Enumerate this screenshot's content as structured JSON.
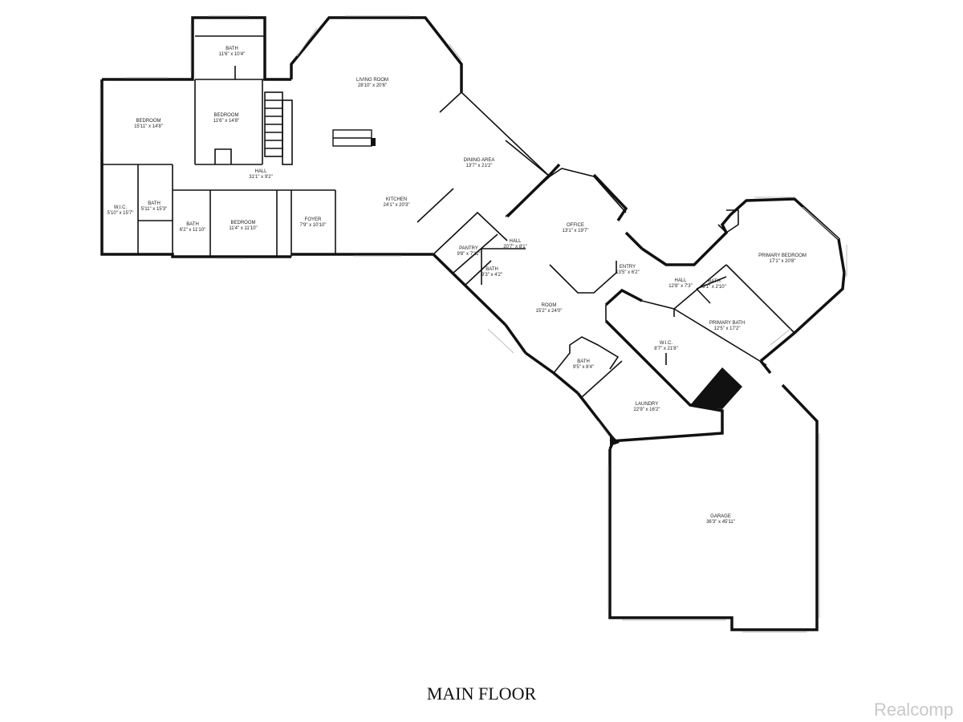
{
  "rooms": [
    {
      "id": "bath-top",
      "name": "BATH",
      "dims": "11'6\" x 10'4\""
    },
    {
      "id": "living-room",
      "name": "LIVING ROOM",
      "dims": "28'10\" x 20'6\""
    },
    {
      "id": "bedroom-left",
      "name": "BEDROOM",
      "dims": "15'11\" x 14'8\""
    },
    {
      "id": "bedroom-mid",
      "name": "BEDROOM",
      "dims": "11'6\" x 14'8\""
    },
    {
      "id": "hall-main",
      "name": "HALL",
      "dims": "31'1\" x 9'2\""
    },
    {
      "id": "dining-area",
      "name": "DINING AREA",
      "dims": "13'7\" x 21'2\""
    },
    {
      "id": "kitchen",
      "name": "KITCHEN",
      "dims": "24'1\" x 20'3\""
    },
    {
      "id": "wic-left",
      "name": "W.I.C.",
      "dims": "5'10\" x 15'7\""
    },
    {
      "id": "bath-left",
      "name": "BATH",
      "dims": "5'11\" x 15'3\""
    },
    {
      "id": "bath-small",
      "name": "BATH",
      "dims": "6'2\" x 11'10\""
    },
    {
      "id": "bedroom-lower",
      "name": "BEDROOM",
      "dims": "11'4\" x 11'10\""
    },
    {
      "id": "foyer",
      "name": "FOYER",
      "dims": "7'9\" x 10'10\""
    },
    {
      "id": "office",
      "name": "OFFICE",
      "dims": "13'1\" x 19'7\""
    },
    {
      "id": "pantry",
      "name": "PANTRY",
      "dims": "9'8\" x 7'11\""
    },
    {
      "id": "hall-center",
      "name": "HALL",
      "dims": "20'7\" x 8'1\""
    },
    {
      "id": "bath-center",
      "name": "BATH",
      "dims": "9'3\" x 4'2\""
    },
    {
      "id": "entry",
      "name": "ENTRY",
      "dims": "13'5\" x 6'2\""
    },
    {
      "id": "primary-bedroom",
      "name": "PRIMARY BEDROOM",
      "dims": "17'1\" x 20'8\""
    },
    {
      "id": "hall-right",
      "name": "HALL",
      "dims": "12'8\" x 7'3\""
    },
    {
      "id": "bath-right",
      "name": "BATH",
      "dims": "6'1\" x 2'10\""
    },
    {
      "id": "room",
      "name": "ROOM",
      "dims": "15'2\" x 24'0\""
    },
    {
      "id": "primary-bath",
      "name": "PRIMARY BATH",
      "dims": "12'5\" x 17'2\""
    },
    {
      "id": "wic-right",
      "name": "W.I.C.",
      "dims": "8'7\" x 21'8\""
    },
    {
      "id": "bath-lower",
      "name": "BATH",
      "dims": "9'5\" x 8'4\""
    },
    {
      "id": "laundry",
      "name": "LAUNDRY",
      "dims": "22'9\" x 16'2\""
    },
    {
      "id": "garage",
      "name": "GARAGE",
      "dims": "36'3\" x 45'11\""
    }
  ],
  "floor_title": "MAIN FLOOR",
  "watermark": "Realcomp",
  "colors": {
    "wall": "#111111",
    "window": "#bbbbbb",
    "watermark": "#c8c8c8"
  }
}
